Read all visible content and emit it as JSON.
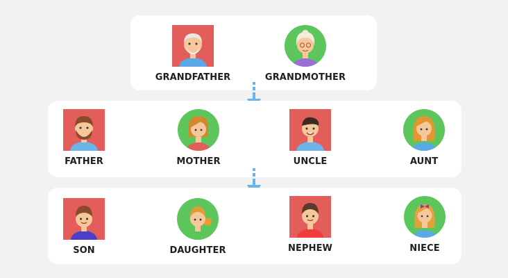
{
  "generations": [
    {
      "members": [
        {
          "label": "GRANDFATHER",
          "shape": "square",
          "bg": "#e35d5b",
          "icon": "grandfather-avatar-icon"
        },
        {
          "label": "GRANDMOTHER",
          "shape": "circle",
          "bg": "#5cc65c",
          "icon": "grandmother-avatar-icon"
        }
      ]
    },
    {
      "members": [
        {
          "label": "FATHER",
          "shape": "square",
          "bg": "#e35d5b",
          "icon": "father-avatar-icon"
        },
        {
          "label": "MOTHER",
          "shape": "circle",
          "bg": "#5cc65c",
          "icon": "mother-avatar-icon"
        },
        {
          "label": "UNCLE",
          "shape": "square",
          "bg": "#e35d5b",
          "icon": "uncle-avatar-icon"
        },
        {
          "label": "AUNT",
          "shape": "circle",
          "bg": "#5cc65c",
          "icon": "aunt-avatar-icon"
        }
      ]
    },
    {
      "members": [
        {
          "label": "SON",
          "shape": "square",
          "bg": "#e35d5b",
          "icon": "son-avatar-icon"
        },
        {
          "label": "DAUGHTER",
          "shape": "circle",
          "bg": "#5cc65c",
          "icon": "daughter-avatar-icon"
        },
        {
          "label": "NEPHEW",
          "shape": "square",
          "bg": "#e35d5b",
          "icon": "nephew-avatar-icon"
        },
        {
          "label": "NIECE",
          "shape": "circle",
          "bg": "#5cc65c",
          "icon": "niece-avatar-icon"
        }
      ]
    }
  ],
  "colors": {
    "page_background": "#f2f2f2",
    "panel_background": "#ffffff",
    "male_avatar_bg": "#e35d5b",
    "female_avatar_bg": "#5cc65c",
    "arrow": "#6ab4ea",
    "label_text": "#1e1e1e"
  }
}
